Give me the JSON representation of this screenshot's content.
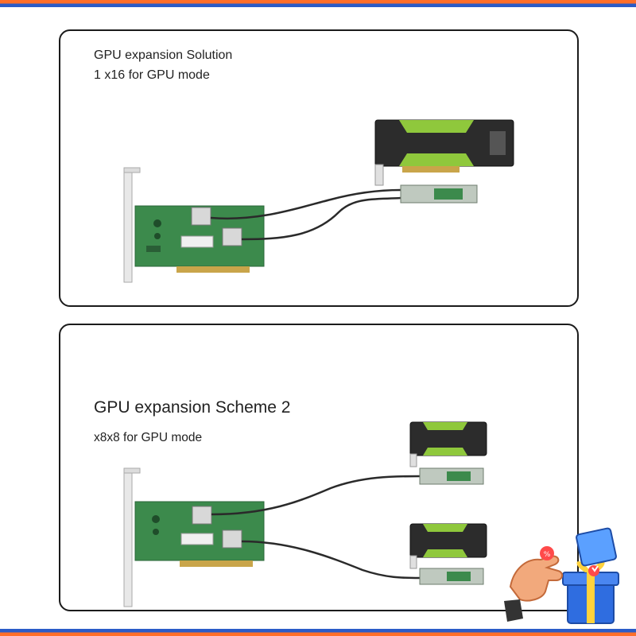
{
  "panels": [
    {
      "title": "GPU expansion Solution",
      "subtitle": "1 x16 for GPU mode",
      "gpu_count": 1
    },
    {
      "title": "GPU expansion Scheme 2",
      "subtitle": "x8x8 for GPU mode",
      "gpu_count": 2
    }
  ],
  "colors": {
    "frame_orange": "#ff6f2a",
    "frame_blue": "#2b5cc8",
    "pcb_green": "#3c8a4c",
    "gpu_accent": "#8fc83c",
    "cable": "#2a2a2a"
  },
  "icons": [
    "pcie-bracket-icon",
    "gpu-card-icon",
    "slimsas-cable-icon",
    "gift-box-icon",
    "hand-icon"
  ]
}
